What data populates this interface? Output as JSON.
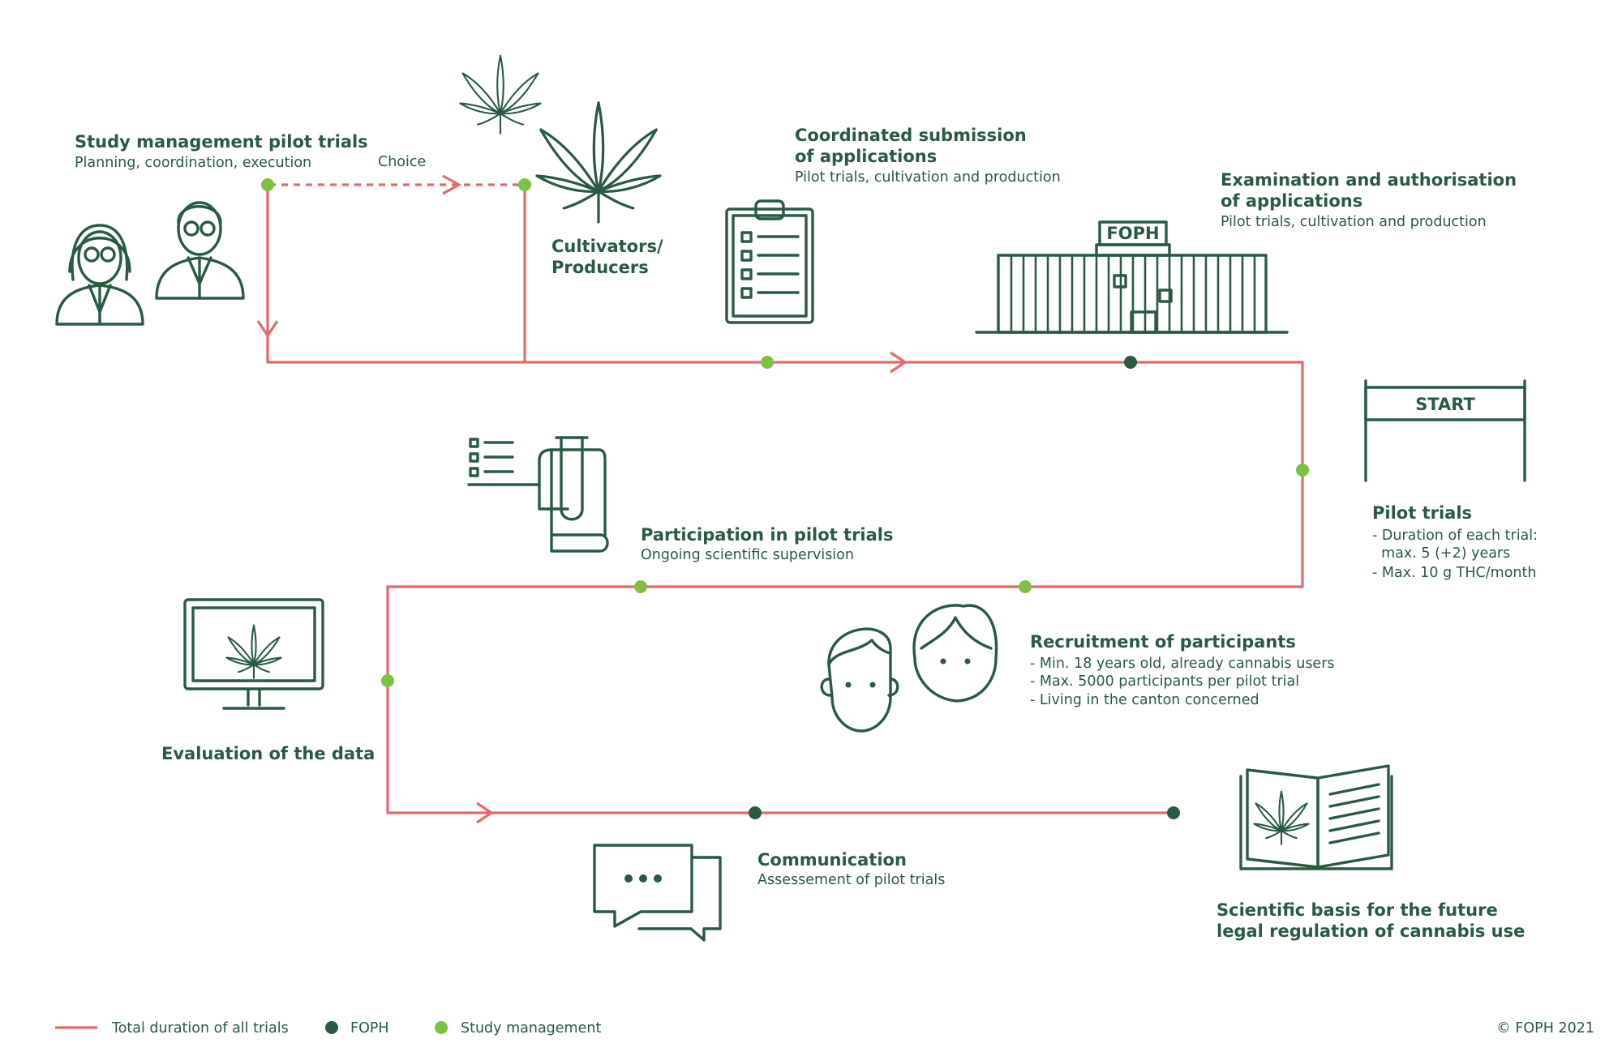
{
  "nodes": {
    "study_management": {
      "title": "Study management pilot trials",
      "subtitle": "Planning, coordination, execution"
    },
    "choice": {
      "label": "Choice"
    },
    "cultivators": {
      "title_line1": "Cultivators/",
      "title_line2": "Producers"
    },
    "submission": {
      "title_line1": "Coordinated submission",
      "title_line2": "of applications",
      "subtitle": "Pilot trials, cultivation and production"
    },
    "examination": {
      "title_line1": "Examination and authorisation",
      "title_line2": "of applications",
      "subtitle": "Pilot trials, cultivation and production",
      "building_sign": "FOPH"
    },
    "start": {
      "sign": "START"
    },
    "pilot_trials": {
      "title": "Pilot trials",
      "bullets": [
        "- Duration of each trial:",
        "  max. 5 (+2) years",
        "- Max. 10 g THC/month"
      ]
    },
    "participation": {
      "title": "Participation in pilot trials",
      "subtitle": "Ongoing scientific supervision"
    },
    "recruitment": {
      "title": "Recruitment of participants",
      "bullets": [
        "- Min. 18 years old, already cannabis users",
        "- Max. 5000 participants per pilot trial",
        "- Living in the canton concerned"
      ]
    },
    "evaluation": {
      "title": "Evaluation of the data"
    },
    "communication": {
      "title": "Communication",
      "subtitle": "Assessement of pilot trials"
    },
    "scientific_basis": {
      "title_line1": "Scientific basis for the future",
      "title_line2": "legal regulation of cannabis use"
    }
  },
  "legend": {
    "items": [
      {
        "label": "Total duration of all trials",
        "symbol": "line",
        "color": "#e36a6a"
      },
      {
        "label": "FOPH",
        "symbol": "dot",
        "color": "#2a5a42"
      },
      {
        "label": "Study management",
        "symbol": "dot",
        "color": "#7cc242"
      }
    ]
  },
  "copyright": "© FOPH 2021",
  "colors": {
    "flow": "#e36a6a",
    "text": "#2a5a42",
    "study_dot": "#7cc242",
    "foph_dot": "#2a5a42"
  },
  "icons": [
    "scientists-icon",
    "cannabis-leaf-icon",
    "clipboard-checklist-icon",
    "foph-building-icon",
    "start-gate-icon",
    "test-tube-document-icon",
    "participants-faces-icon",
    "monitor-cannabis-icon",
    "chat-bubbles-icon",
    "open-book-icon"
  ]
}
